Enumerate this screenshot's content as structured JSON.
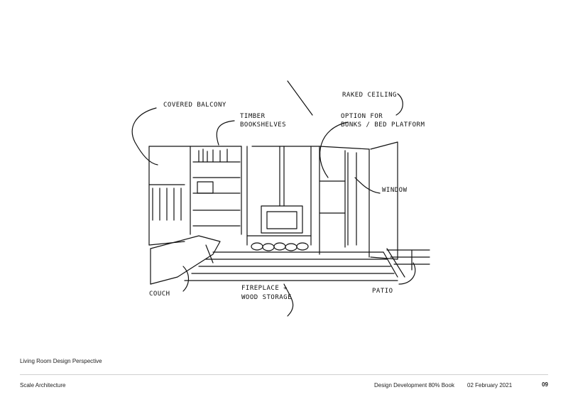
{
  "sketch": {
    "annotations": {
      "covered_balcony": "COVERED BALCONY",
      "timber_bookshelves_1": "TIMBER",
      "timber_bookshelves_2": "BOOKSHELVES",
      "raked_ceiling": "RAKED CEILING",
      "option_1": "OPTION FOR",
      "option_2": "BUNKS / BED PLATFORM",
      "window": "WINDOW",
      "couch": "COUCH",
      "fireplace_1": "FIREPLACE +",
      "fireplace_2": "WOOD STORAGE",
      "patio": "PATIO"
    }
  },
  "caption": "Living Room Design Perspective",
  "footer": {
    "company": "Scale Architecture",
    "book": "Design Development 80% Book",
    "date": "02 February 2021",
    "page": "09"
  }
}
